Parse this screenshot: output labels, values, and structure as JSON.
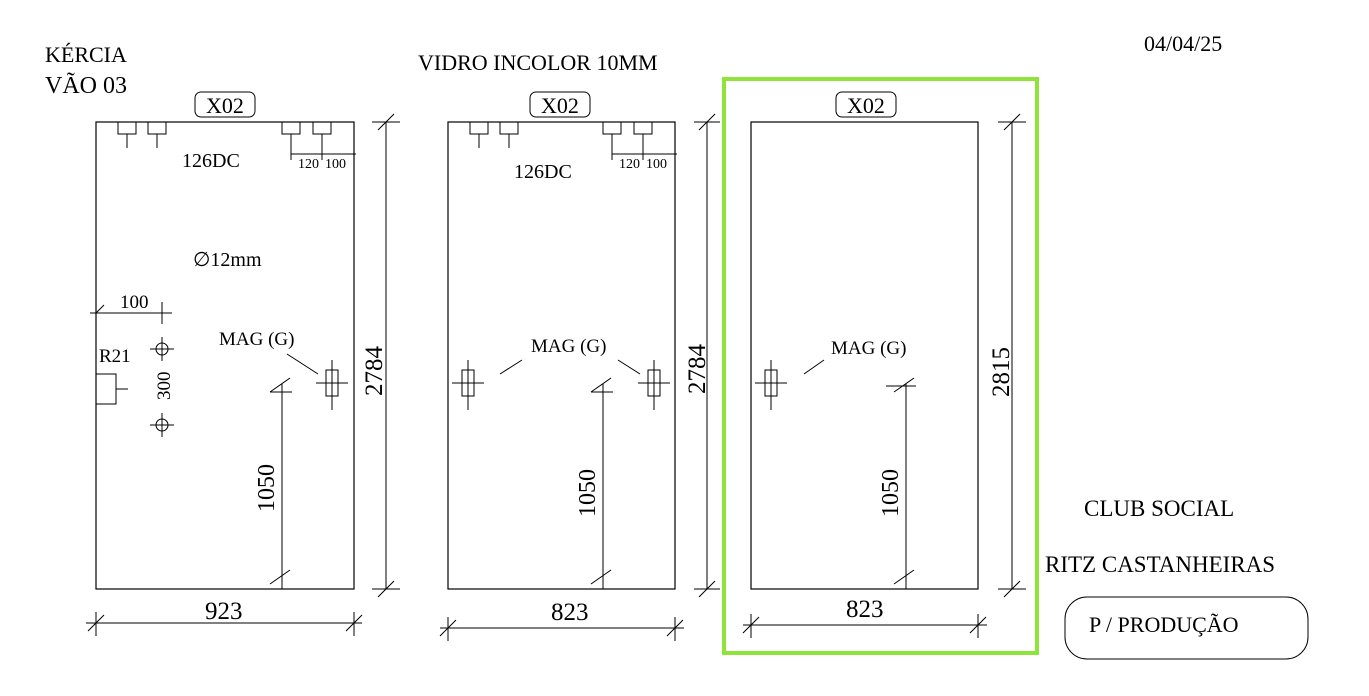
{
  "header": {
    "client": "KÉRCIA",
    "opening": "VÃO 03",
    "glass_spec": "VIDRO INCOLOR 10MM",
    "date": "04/04/25"
  },
  "project": {
    "line1": "CLUB SOCIAL",
    "line2": "RITZ CASTANHEIRAS",
    "status_button": "P / PRODUÇÃO"
  },
  "highlight_color": "#8fe43a",
  "panels": [
    {
      "id": "panel-1",
      "code": "X02",
      "width": "923",
      "height": "2784",
      "lock_height": "1050",
      "hinge_label": "126DC",
      "hinge_dims": [
        "120",
        "100"
      ],
      "hole_label": "∅12mm",
      "edge_dim": "100",
      "radius_label": "R21",
      "hole_spacing": "300",
      "magnet_label": "MAG (G)"
    },
    {
      "id": "panel-2",
      "code": "X02",
      "width": "823",
      "height": "2784",
      "lock_height": "1050",
      "hinge_label": "126DC",
      "hinge_dims": [
        "120",
        "100"
      ],
      "magnet_label": "MAG (G)"
    },
    {
      "id": "panel-3",
      "code": "X02",
      "width": "823",
      "height": "2815",
      "lock_height": "1050",
      "magnet_label": "MAG (G)",
      "highlighted": true
    }
  ]
}
